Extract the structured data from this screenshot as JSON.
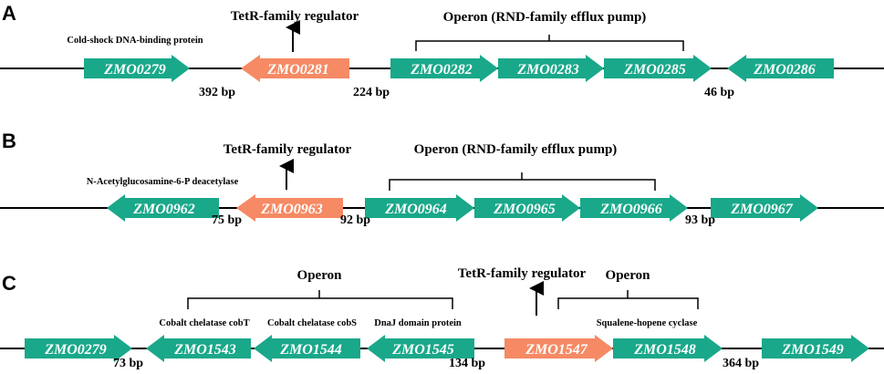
{
  "colors": {
    "operon_gene": "#1aa88a",
    "regulator_gene": "#f58a64",
    "line": "#000000"
  },
  "panels": [
    {
      "label": "A",
      "genes": [
        {
          "name": "ZMO0279",
          "dir": "right",
          "type": "operon_gene"
        },
        {
          "name": "ZMO0281",
          "dir": "left",
          "type": "regulator_gene"
        },
        {
          "name": "ZMO0282",
          "dir": "right",
          "type": "operon_gene"
        },
        {
          "name": "ZMO0283",
          "dir": "right",
          "type": "operon_gene"
        },
        {
          "name": "ZMO0285",
          "dir": "right",
          "type": "operon_gene"
        },
        {
          "name": "ZMO0286",
          "dir": "left",
          "type": "operon_gene"
        }
      ],
      "spacers": [
        "392 bp",
        "224 bp",
        "46 bp"
      ],
      "descriptions": [
        "Cold-shock DNA-binding protein"
      ],
      "regulator_label": "TetR-family regulator",
      "operon_label": "Operon (RND-family efflux pump)"
    },
    {
      "label": "B",
      "genes": [
        {
          "name": "ZMO0962",
          "dir": "left",
          "type": "operon_gene"
        },
        {
          "name": "ZMO0963",
          "dir": "left",
          "type": "regulator_gene"
        },
        {
          "name": "ZMO0964",
          "dir": "right",
          "type": "operon_gene"
        },
        {
          "name": "ZMO0965",
          "dir": "right",
          "type": "operon_gene"
        },
        {
          "name": "ZMO0966",
          "dir": "right",
          "type": "operon_gene"
        },
        {
          "name": "ZMO0967",
          "dir": "right",
          "type": "operon_gene"
        }
      ],
      "spacers": [
        "75 bp",
        "92 bp",
        "93 bp"
      ],
      "descriptions": [
        "N-Acetylglucosamine-6-P deacetylase"
      ],
      "regulator_label": "TetR-family regulator",
      "operon_label": "Operon (RND-family efflux pump)"
    },
    {
      "label": "C",
      "genes": [
        {
          "name": "ZMO0279",
          "dir": "right",
          "type": "operon_gene"
        },
        {
          "name": "ZMO1543",
          "dir": "left",
          "type": "operon_gene"
        },
        {
          "name": "ZMO1544",
          "dir": "left",
          "type": "operon_gene"
        },
        {
          "name": "ZMO1545",
          "dir": "left",
          "type": "operon_gene"
        },
        {
          "name": "ZMO1547",
          "dir": "right",
          "type": "regulator_gene"
        },
        {
          "name": "ZMO1548",
          "dir": "right",
          "type": "operon_gene"
        },
        {
          "name": "ZMO1549",
          "dir": "right",
          "type": "operon_gene"
        }
      ],
      "spacers": [
        "73 bp",
        "134 bp",
        "364 bp"
      ],
      "descriptions": [
        "Cobalt chelatase cobT",
        "Cobalt chelatase cobS",
        "DnaJ domain protein",
        "Squalene-hopene cyclase"
      ],
      "regulator_label": "TetR-family regulator",
      "operon_labels": [
        "Operon",
        "Operon"
      ]
    }
  ]
}
